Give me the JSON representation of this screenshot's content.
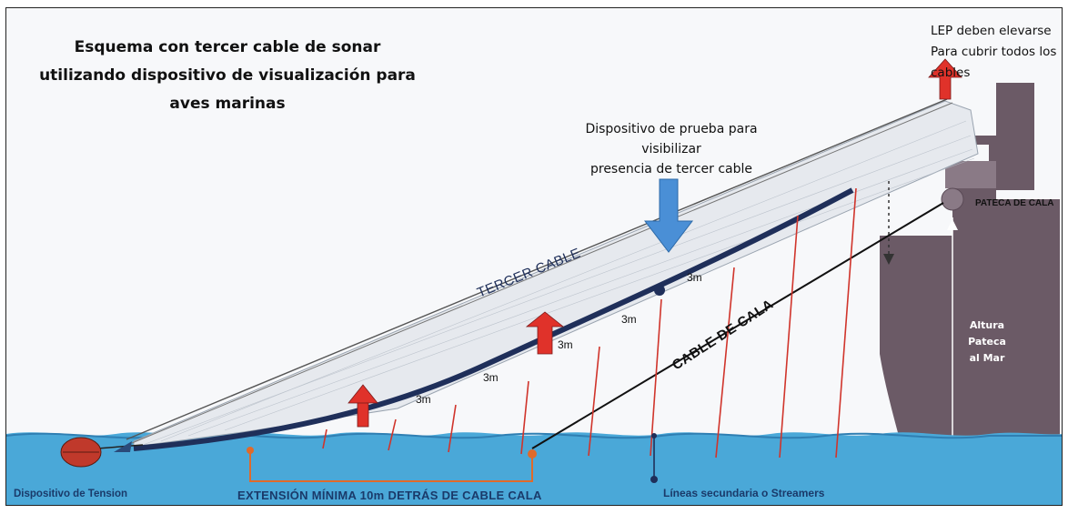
{
  "title": "Esquema con tercer cable de sonar utilizando dispositivo de visualización para aves marinas",
  "lep_note": [
    "LEP deben elevarse",
    "Para cubrir todos los",
    "cables"
  ],
  "test_device": [
    "Dispositivo de prueba para",
    "visibilizar",
    "presencia de tercer cable"
  ],
  "labels": {
    "third_cable": "TERCER CABLE",
    "cala_cable": "CABLE DE CALA",
    "pateca": "PATECA DE CALA",
    "altura": "Altura Pateca al Mar",
    "tension_device": "Dispositivo de Tension",
    "min_extension": "EXTENSIÓN MÍNIMA 10m DETRÁS DE CABLE CALA",
    "streamers": "Líneas secundaria o Streamers",
    "spacing": [
      "3m",
      "3m",
      "3m",
      "3m",
      "3m"
    ]
  },
  "colors": {
    "sea": "#4aa8d8",
    "ship": "#6b5a66",
    "arrow_red": "#e0322a",
    "arrow_blue": "#4a8fd6",
    "orange": "#e06a2a",
    "cable_dark": "#1f2f5a"
  }
}
